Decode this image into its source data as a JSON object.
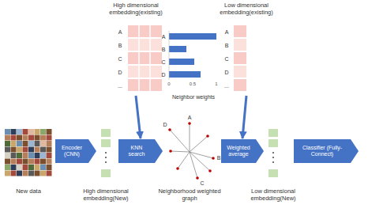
{
  "diagram": {
    "nodes": [
      {
        "text": [
          "High dimensional embedding(existing)"
        ]
      },
      {
        "text": [
          "Low dimensional embedding(existing)"
        ]
      },
      {
        "text": [
          "New data"
        ]
      },
      {
        "text": [
          "Encoder (CNN)"
        ]
      },
      {
        "text": [
          "High dimensional embedding(New)"
        ]
      },
      {
        "text": [
          "KNN search"
        ]
      },
      {
        "text": [
          "Neighborhood weighted graph"
        ]
      },
      {
        "text": [
          "Weighted average"
        ]
      },
      {
        "text": [
          "Low dimensional embedding(New)"
        ]
      },
      {
        "text": [
          "Classifier (Fully-Connect)"
        ]
      }
    ],
    "edges": [
      {
        "from": 0,
        "to": 5,
        "arrow": "to"
      },
      {
        "from": 1,
        "to": 7,
        "arrow": "to"
      }
    ],
    "labels": [
      "Neighbor weights",
      "A",
      "B",
      "C",
      "D",
      "0",
      "0.5",
      "1",
      "A",
      "B",
      "C",
      "D",
      "...",
      "A",
      "B",
      "C",
      "D",
      "...",
      "A",
      "B",
      "C",
      "D"
    ]
  }
}
